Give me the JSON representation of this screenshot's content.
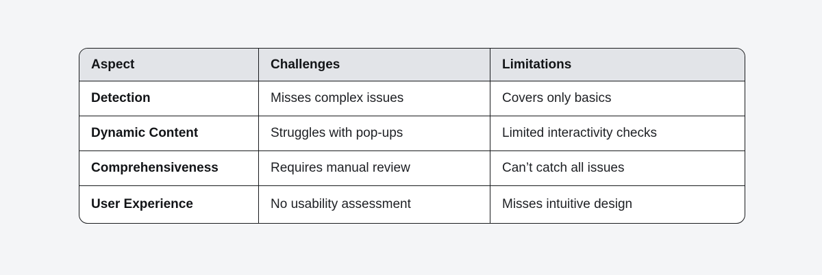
{
  "colors": {
    "page_background": "#f4f5f7",
    "header_background": "#e2e4e8",
    "border": "#17191c",
    "text": "#1d1f23"
  },
  "table": {
    "columns": [
      "Aspect",
      "Challenges",
      "Limitations"
    ],
    "rows": [
      [
        "Detection",
        "Misses complex issues",
        "Covers only basics"
      ],
      [
        "Dynamic Content",
        "Struggles with pop-ups",
        "Limited interactivity checks"
      ],
      [
        "Comprehensiveness",
        "Requires manual review",
        "Can’t catch all issues"
      ],
      [
        "User Experience",
        "No usability assessment",
        "Misses intuitive design"
      ]
    ]
  },
  "chart_data": {
    "type": "table",
    "title": "",
    "columns": [
      "Aspect",
      "Challenges",
      "Limitations"
    ],
    "rows": [
      {
        "aspect": "Detection",
        "challenges": "Misses complex issues",
        "limitations": "Covers only basics"
      },
      {
        "aspect": "Dynamic Content",
        "challenges": "Struggles with pop-ups",
        "limitations": "Limited interactivity checks"
      },
      {
        "aspect": "Comprehensiveness",
        "challenges": "Requires manual review",
        "limitations": "Can’t catch all issues"
      },
      {
        "aspect": "User Experience",
        "challenges": "No usability assessment",
        "limitations": "Misses intuitive design"
      }
    ]
  }
}
